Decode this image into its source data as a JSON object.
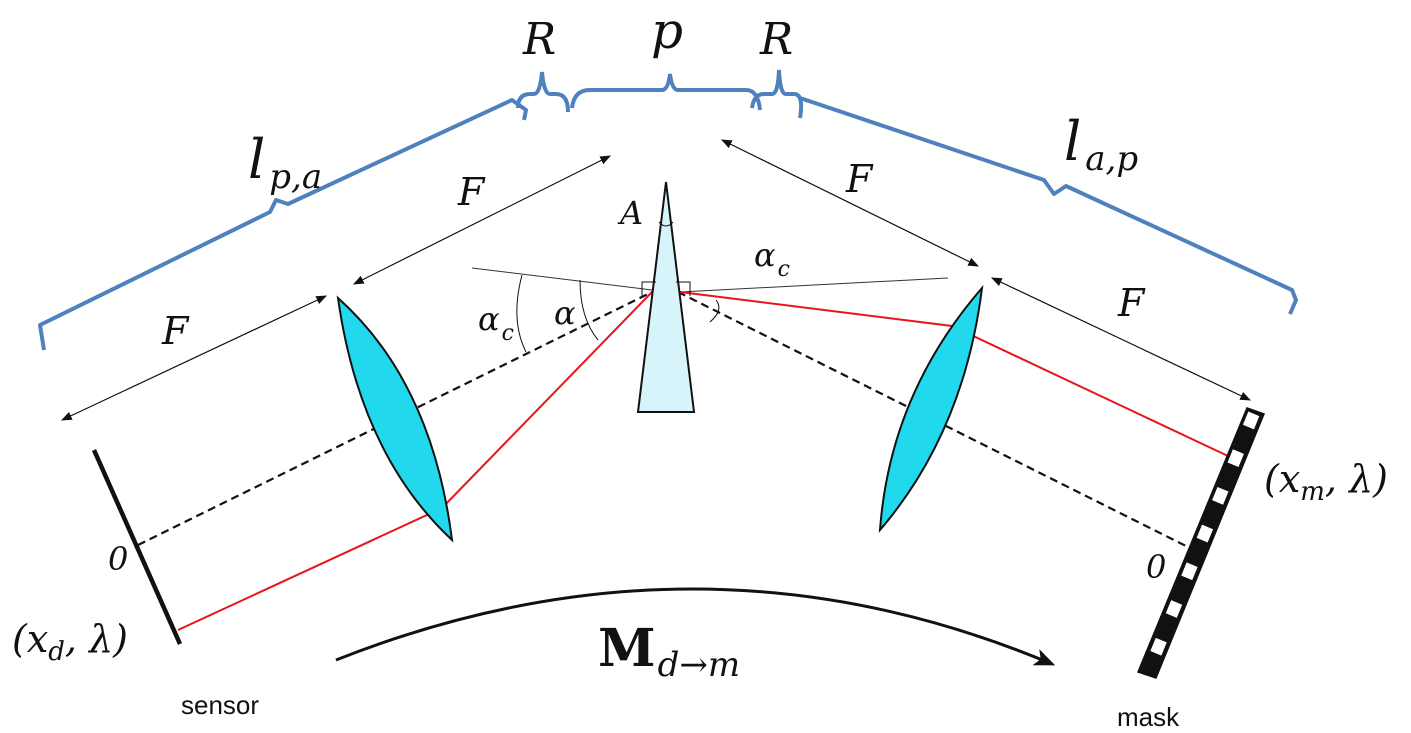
{
  "labels": {
    "R": "R",
    "p": "p",
    "l_pa_main": "l",
    "l_pa_sub": "p,a",
    "l_ap_main": "l",
    "l_ap_sub": "a,p",
    "F": "F",
    "A": "A",
    "alpha": "α",
    "alpha_c_main": "α",
    "alpha_c_sub": "c",
    "zero": "0",
    "xd_open": "(x",
    "xd_sub": "d",
    "xd_close": ", λ)",
    "xm_open": "(x",
    "xm_sub": "m",
    "xm_close": ", λ)",
    "M_main": "M",
    "M_sub": "d→m",
    "sensor": "sensor",
    "mask": "mask"
  },
  "colors": {
    "bracket": "#4f81bd",
    "ray": "#e8141c",
    "lens_fill": "#22d8ec",
    "prism_fill": "#d6f4fa",
    "line": "#111111"
  }
}
